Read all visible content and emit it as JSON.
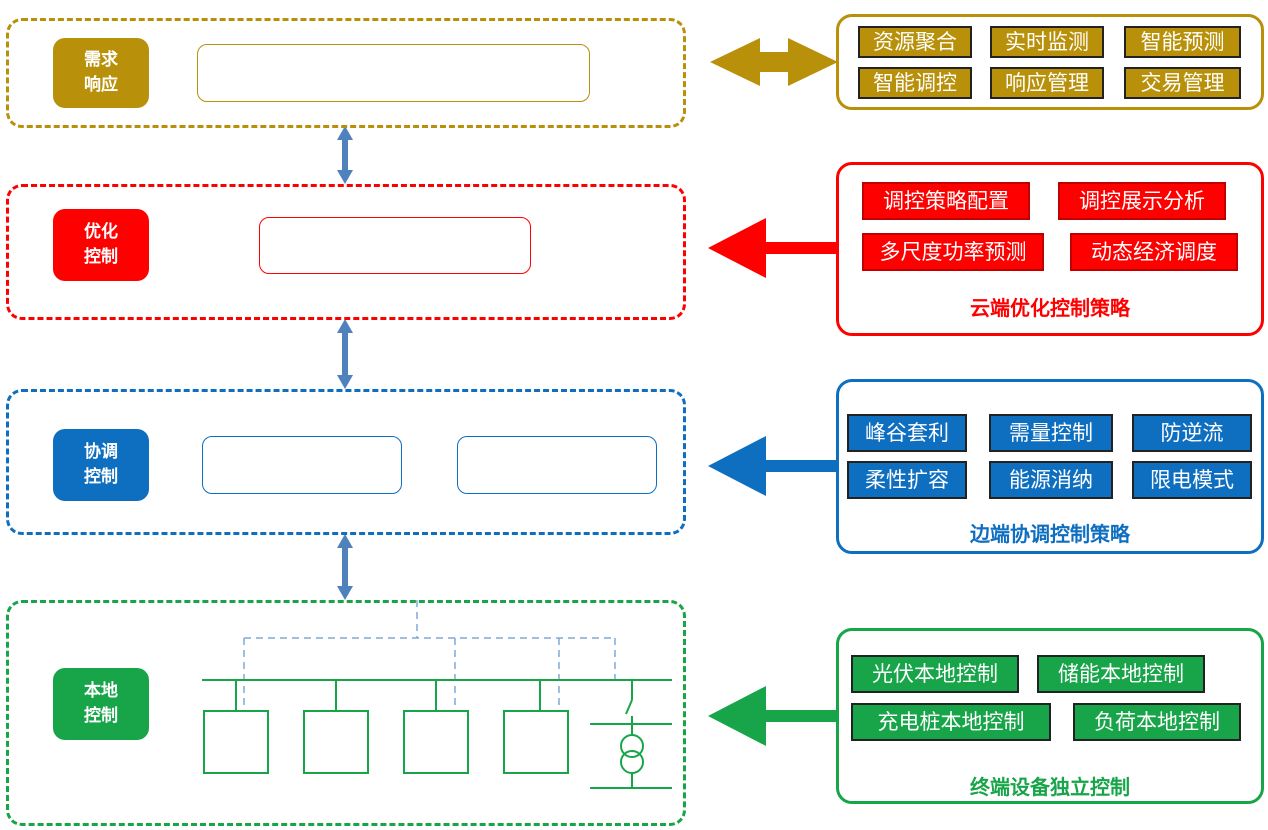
{
  "colors": {
    "demand": "#B8900A",
    "optimize": "#FF0000",
    "coordinate": "#0E6EC0",
    "local": "#18A54A",
    "link_arrow": "#4F81BD",
    "bus_dash": "#7FA8D8"
  },
  "layers": {
    "demand": {
      "line1": "需求",
      "line2": "响应"
    },
    "optimize": {
      "line1": "优化",
      "line2": "控制"
    },
    "coordinate": {
      "line1": "协调",
      "line2": "控制"
    },
    "local": {
      "line1": "本地",
      "line2": "控制"
    }
  },
  "panels": {
    "demand": {
      "items": [
        "资源聚合",
        "实时监测",
        "智能预测",
        "智能调控",
        "响应管理",
        "交易管理"
      ]
    },
    "optimize": {
      "items": [
        "调控策略配置",
        "调控展示分析",
        "多尺度功率预测",
        "动态经济调度"
      ],
      "caption": "云端优化控制策略"
    },
    "coordinate": {
      "items": [
        "峰谷套利",
        "需量控制",
        "防逆流",
        "柔性扩容",
        "能源消纳",
        "限电模式"
      ],
      "caption": "边端协调控制策略"
    },
    "local": {
      "items": [
        "光伏本地控制",
        "储能本地控制",
        "充电桩本地控制",
        "负荷本地控制"
      ],
      "caption": "终端设备独立控制"
    }
  }
}
